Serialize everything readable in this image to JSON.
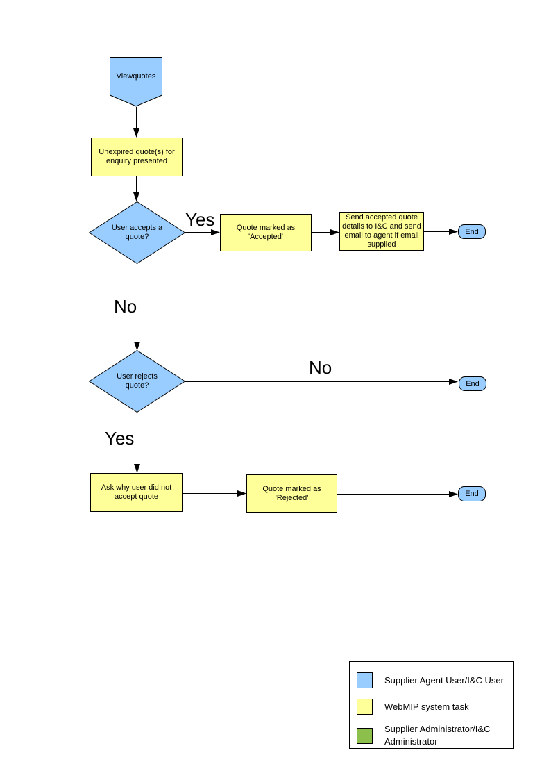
{
  "diagram": {
    "start_label": "Viewquotes",
    "step_unexpired": "Unexpired quote(s) for enquiry presented",
    "decision_accept": "User accepts a quote?",
    "label_yes_accept": "Yes",
    "label_no_accept": "No",
    "step_accepted": "Quote  marked as 'Accepted'",
    "step_send_details": "Send accepted quote details to I&C and send email to agent if email supplied",
    "end_accept": "End",
    "decision_reject": "User rejects quote?",
    "label_no_reject": "No",
    "label_yes_reject": "Yes",
    "step_ask_why": "Ask why user did not accept quote",
    "step_rejected": "Quote  marked as 'Rejected'",
    "end_reject_no": "End",
    "end_reject_yes": "End"
  },
  "legend": {
    "items": [
      {
        "swatch": "#99CCFF",
        "label": "Supplier Agent User/I&C User"
      },
      {
        "swatch": "#FFFF99",
        "label": "WebMIP system task"
      },
      {
        "swatch": "#8DBF4C",
        "label": "Supplier Administrator/I&C Administrator"
      }
    ]
  },
  "colors": {
    "user_shape": "#99CCFF",
    "system_task_shape": "#FFFF99",
    "admin_shape": "#8DBF4C",
    "line": "#000000"
  }
}
